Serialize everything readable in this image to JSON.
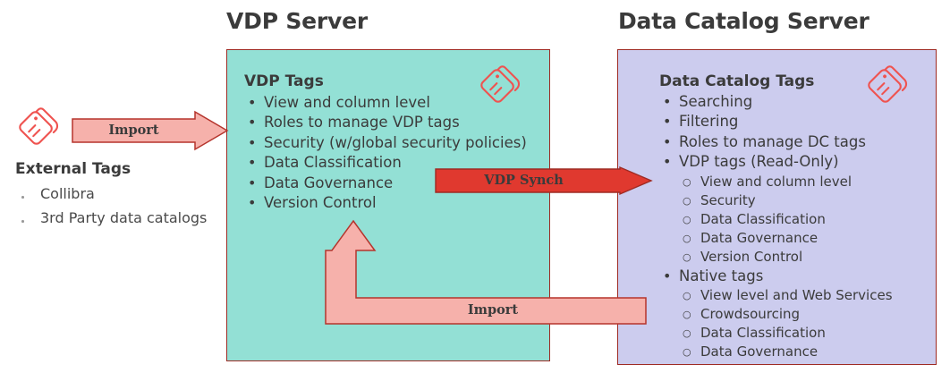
{
  "diagram": {
    "title_vdp": "VDP Server",
    "title_dc": "Data Catalog Server",
    "colors": {
      "vdp_box_fill": "#93e0d5",
      "dc_box_fill": "#ccccee",
      "box_border": "#9e2b24",
      "tag_icon": "#ef5350",
      "arrow_pink_fill": "#f6b1ab",
      "arrow_pink_border": "#b5342c",
      "arrow_red_fill": "#e0392f",
      "arrow_red_border": "#9e2b24",
      "text": "#3b3b3b"
    }
  },
  "external": {
    "title": "External Tags",
    "items": [
      "Collibra",
      "3rd Party data catalogs"
    ]
  },
  "vdp": {
    "heading": "VDP Tags",
    "items": [
      "View and column level",
      "Roles to manage VDP tags",
      "Security (w/global security policies)",
      "Data Classification",
      "Data Governance",
      "Version Control"
    ]
  },
  "dc": {
    "heading": "Data Catalog Tags",
    "items": [
      {
        "label": "Searching",
        "children": []
      },
      {
        "label": "Filtering",
        "children": []
      },
      {
        "label": "Roles to manage DC tags",
        "children": []
      },
      {
        "label": "VDP tags (Read-Only)",
        "children": [
          "View and column level",
          "Security",
          "Data Classification",
          "Data Governance",
          "Version Control"
        ]
      },
      {
        "label": "Native tags",
        "children": [
          "View level and Web Services",
          "Crowdsourcing",
          "Data Classification",
          "Data Governance"
        ]
      }
    ]
  },
  "arrows": {
    "import_top": "Import",
    "vdp_synch": "VDP Synch",
    "import_bottom": "Import"
  },
  "icons": {
    "tag_external": "tag-icon",
    "tag_vdp": "tag-icon",
    "tag_dc": "tag-icon"
  }
}
